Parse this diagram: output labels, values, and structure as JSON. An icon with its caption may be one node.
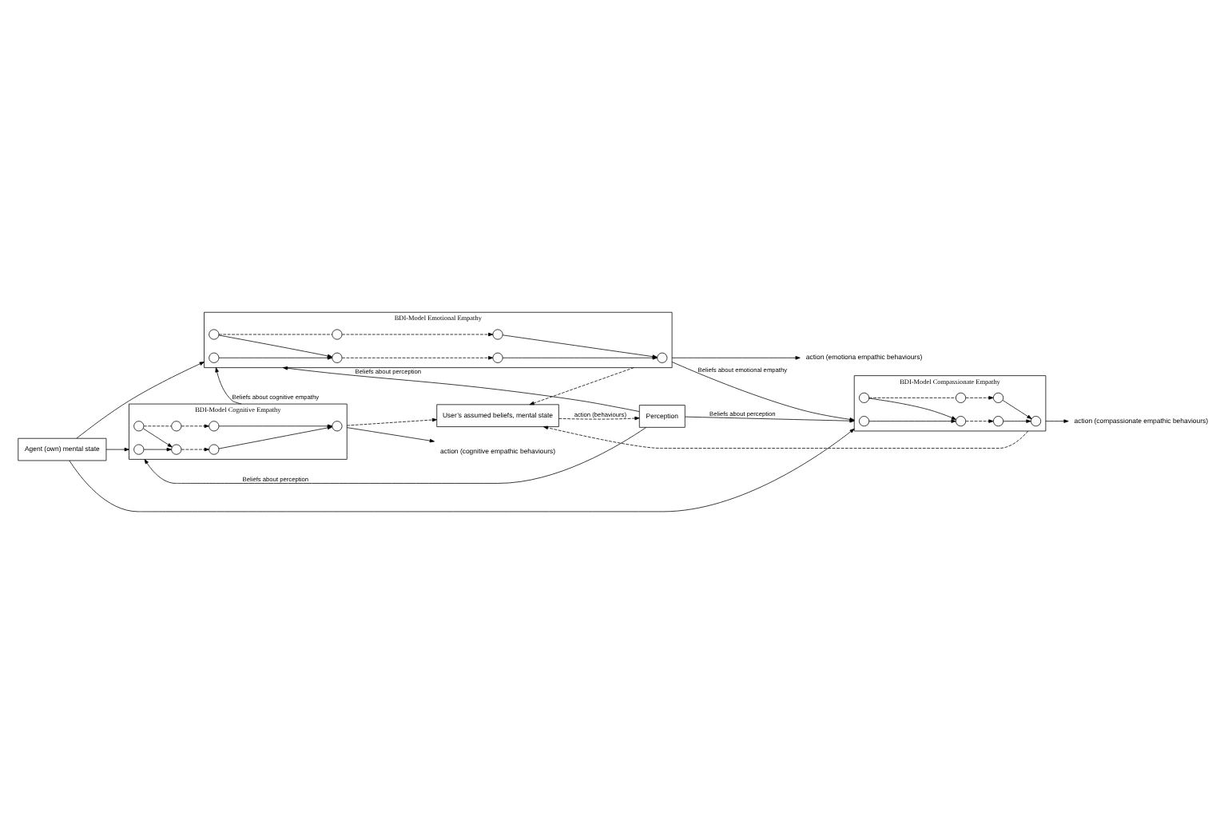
{
  "diagram": {
    "nodes": [
      {
        "text": [
          "Agent (own) mental state"
        ]
      },
      {
        "text": [
          "Perception"
        ]
      },
      {
        "text": [
          "BDI-Model Compassionate Empathy"
        ]
      },
      {
        "text": [],
        "shape": "circle",
        "in": 2
      },
      {
        "text": [],
        "shape": "circle",
        "in": 2
      },
      {
        "text": [],
        "shape": "circle",
        "in": 2
      },
      {
        "text": [],
        "shape": "circle",
        "in": 2
      },
      {
        "text": [],
        "shape": "circle",
        "in": 2
      },
      {
        "text": [],
        "shape": "circle",
        "in": 2
      },
      {
        "text": [],
        "shape": "circle",
        "in": 2
      },
      {
        "text": [
          "BDI-Model Emotional Empathy"
        ]
      },
      {
        "text": [],
        "shape": "circle",
        "in": 10
      },
      {
        "text": [],
        "shape": "circle",
        "in": 10
      },
      {
        "text": [],
        "shape": "circle",
        "in": 10
      },
      {
        "text": [],
        "shape": "circle",
        "in": 10
      },
      {
        "text": [],
        "shape": "circle",
        "in": 10
      },
      {
        "text": [],
        "shape": "circle",
        "in": 10
      },
      {
        "text": [],
        "shape": "circle",
        "in": 10
      },
      {
        "text": [
          "BDI-Model Cognitive Empathy"
        ]
      },
      {
        "text": [],
        "shape": "circle",
        "in": 18
      },
      {
        "text": [],
        "shape": "circle",
        "in": 18
      },
      {
        "text": [],
        "shape": "circle",
        "in": 18
      },
      {
        "text": [],
        "shape": "circle",
        "in": 18
      },
      {
        "text": [],
        "shape": "circle",
        "in": 18
      },
      {
        "text": [],
        "shape": "circle",
        "in": 18
      },
      {
        "text": [],
        "shape": "circle",
        "in": 18
      },
      {
        "text": [
          "action (compassionate empathic behaviours)"
        ]
      },
      {
        "text": [
          "action (emotiona empathic behaviours)"
        ]
      },
      {
        "text": [
          "action (cognitive empathic behaviours)"
        ]
      },
      {
        "text": [
          "User’s assumed beliefs, mental state"
        ]
      }
    ],
    "edges": [
      {
        "from": 3,
        "to": 4,
        "arrow": "to"
      },
      {
        "from": 5,
        "to": 4,
        "arrow": "to"
      },
      {
        "from": 4,
        "to": 7,
        "arrow": "to",
        "style": "dashed"
      },
      {
        "from": 5,
        "to": 6,
        "arrow": "none",
        "style": "dashed"
      },
      {
        "from": 6,
        "to": 8,
        "arrow": "to",
        "style": "dashed"
      },
      {
        "from": 7,
        "to": 9,
        "arrow": "to"
      },
      {
        "from": 8,
        "to": 9,
        "arrow": "to"
      },
      {
        "from": 11,
        "to": 12,
        "arrow": "to"
      },
      {
        "from": 13,
        "to": 12,
        "arrow": "to"
      },
      {
        "from": 12,
        "to": 15,
        "arrow": "to",
        "style": "dashed"
      },
      {
        "from": 13,
        "to": 14,
        "arrow": "none",
        "style": "dashed"
      },
      {
        "from": 14,
        "to": 16,
        "arrow": "to",
        "style": "dashed"
      },
      {
        "from": 15,
        "to": 17,
        "arrow": "to"
      },
      {
        "from": 16,
        "to": 17,
        "arrow": "to"
      },
      {
        "from": 19,
        "to": 20,
        "arrow": "to"
      },
      {
        "from": 21,
        "to": 20,
        "arrow": "to"
      },
      {
        "from": 20,
        "to": 23,
        "arrow": "to",
        "style": "dashed"
      },
      {
        "from": 21,
        "to": 22,
        "arrow": "none",
        "style": "dashed"
      },
      {
        "from": 22,
        "to": 24,
        "arrow": "to",
        "style": "dashed"
      },
      {
        "from": 23,
        "to": 25,
        "arrow": "to"
      },
      {
        "from": 24,
        "to": 25,
        "arrow": "to"
      },
      {
        "from": 0,
        "to": 2,
        "arrow": "to"
      },
      {
        "from": 0,
        "to": 10,
        "arrow": "to"
      },
      {
        "from": 0,
        "to": 18,
        "arrow": "to"
      },
      {
        "from": 1,
        "to": 2,
        "arrow": "to",
        "label": "Beliefs about perception"
      },
      {
        "from": 1,
        "to": 10,
        "arrow": "to",
        "label": "Beliefs about perception"
      },
      {
        "from": 1,
        "to": 18,
        "arrow": "to",
        "label": "Beliefs about perception"
      },
      {
        "from": 18,
        "to": 10,
        "arrow": "to",
        "label": "Beliefs about cognitive empathy"
      },
      {
        "from": 10,
        "to": 2,
        "arrow": "to",
        "label": "Beliefs about emotional empathy"
      },
      {
        "from": 2,
        "to": 26,
        "arrow": "to"
      },
      {
        "from": 10,
        "to": 27,
        "arrow": "to"
      },
      {
        "from": 18,
        "to": 28,
        "arrow": "to"
      },
      {
        "from": 18,
        "to": 29,
        "arrow": "to",
        "style": "dashed"
      },
      {
        "from": 10,
        "to": 29,
        "arrow": "to",
        "style": "dashed"
      },
      {
        "from": 2,
        "to": 29,
        "arrow": "to",
        "style": "dashed"
      },
      {
        "from": 29,
        "to": 1,
        "arrow": "to",
        "style": "dashed",
        "label": "action (behaviours)"
      }
    ]
  }
}
